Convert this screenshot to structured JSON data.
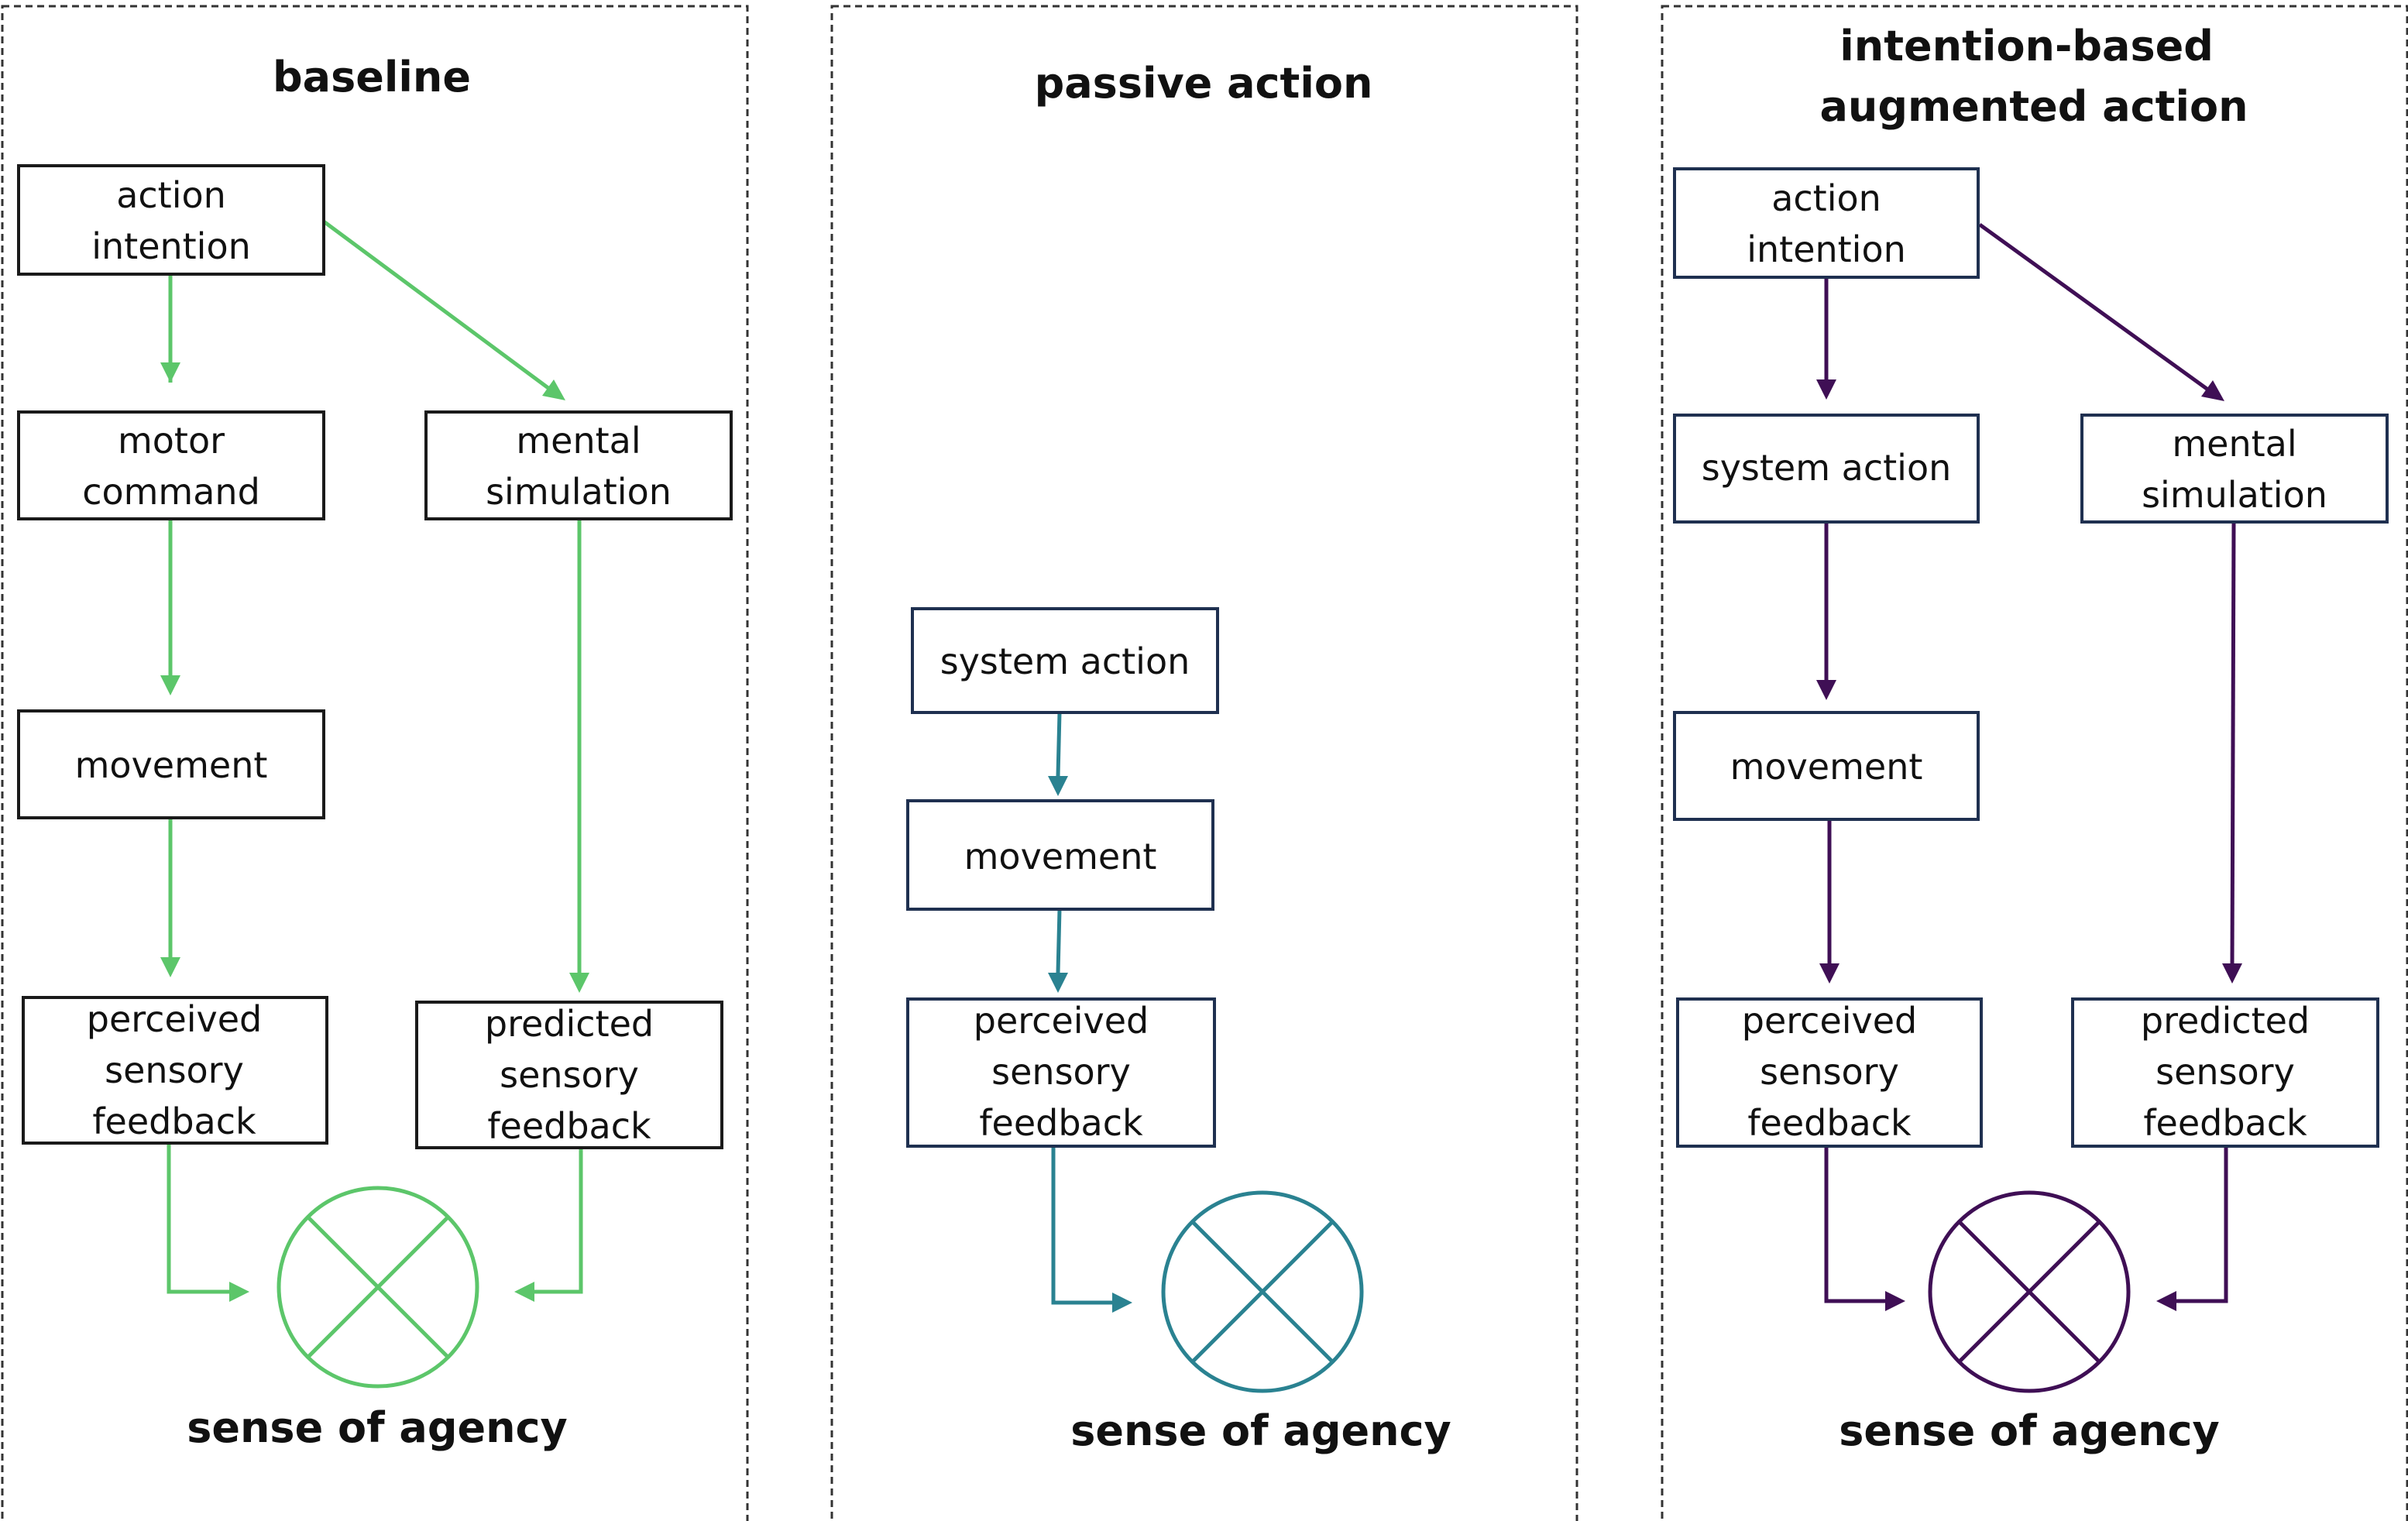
{
  "colors": {
    "baseline": "#5cc66a",
    "passive": "#2a8291",
    "augmented": "#3f0f55"
  },
  "panels": [
    {
      "title": [
        "baseline"
      ],
      "nodes": {
        "action_intention": [
          "action",
          "intention"
        ],
        "motor_command": [
          "motor",
          "command"
        ],
        "mental_simulation": [
          "mental",
          "simulation"
        ],
        "movement": [
          "movement"
        ],
        "perceived_feedback": [
          "perceived",
          "sensory",
          "feedback"
        ],
        "predicted_feedback": [
          "predicted",
          "sensory",
          "feedback"
        ]
      },
      "comparator_icon": "circled-cross-comparator-icon",
      "outcome": "sense of agency"
    },
    {
      "title": [
        "passive action"
      ],
      "nodes": {
        "system_action": [
          "system action"
        ],
        "movement": [
          "movement"
        ],
        "perceived_feedback": [
          "perceived",
          "sensory",
          "feedback"
        ]
      },
      "comparator_icon": "circled-cross-comparator-icon",
      "outcome": "sense of agency"
    },
    {
      "title": [
        "intention-based",
        "augmented action"
      ],
      "nodes": {
        "action_intention": [
          "action",
          "intention"
        ],
        "system_action": [
          "system action"
        ],
        "mental_simulation": [
          "mental",
          "simulation"
        ],
        "movement": [
          "movement"
        ],
        "perceived_feedback": [
          "perceived",
          "sensory",
          "feedback"
        ],
        "predicted_feedback": [
          "predicted",
          "sensory",
          "feedback"
        ]
      },
      "comparator_icon": "circled-cross-comparator-icon",
      "outcome": "sense of agency"
    }
  ]
}
